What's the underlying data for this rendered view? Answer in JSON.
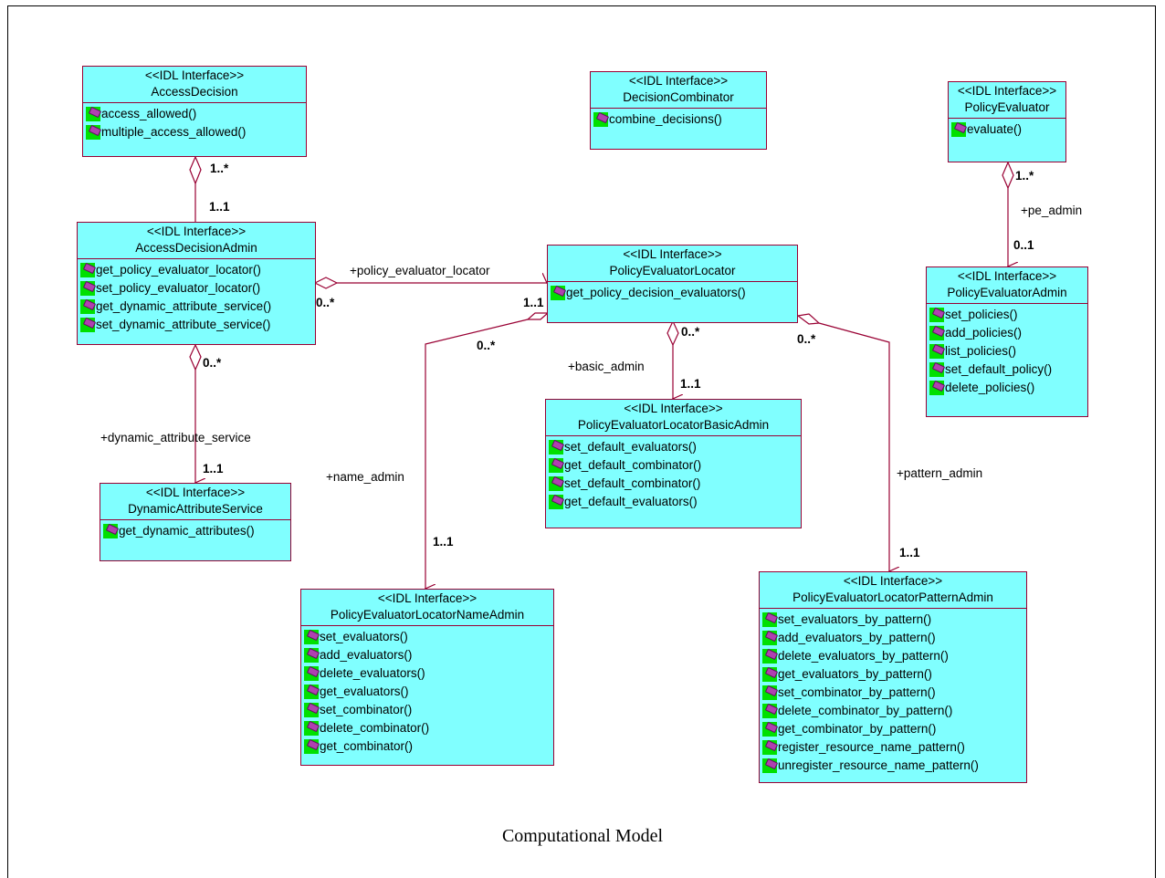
{
  "stereotype": "<<IDL Interface>>",
  "caption": "Computational Model",
  "colors": {
    "class_fill": "#80ffff",
    "class_border": "#990033",
    "line": "#990033",
    "op_icon_bg": "#00e000",
    "op_icon_fg": "#b040b0"
  },
  "classes": {
    "access_decision": {
      "name": "AccessDecision",
      "ops": [
        "access_allowed()",
        "multiple_access_allowed()"
      ]
    },
    "decision_combinator": {
      "name": "DecisionCombinator",
      "ops": [
        "combine_decisions()"
      ]
    },
    "policy_evaluator": {
      "name": "PolicyEvaluator",
      "ops": [
        "evaluate()"
      ]
    },
    "access_decision_admin": {
      "name": "AccessDecisionAdmin",
      "ops": [
        "get_policy_evaluator_locator()",
        "set_policy_evaluator_locator()",
        "get_dynamic_attribute_service()",
        "set_dynamic_attribute_service()"
      ]
    },
    "policy_evaluator_locator": {
      "name": "PolicyEvaluatorLocator",
      "ops": [
        "get_policy_decision_evaluators()"
      ]
    },
    "policy_evaluator_admin": {
      "name": "PolicyEvaluatorAdmin",
      "ops": [
        "set_policies()",
        "add_policies()",
        "list_policies()",
        "set_default_policy()",
        "delete_policies()"
      ]
    },
    "basic_admin": {
      "name": "PolicyEvaluatorLocatorBasicAdmin",
      "ops": [
        "set_default_evaluators()",
        "get_default_combinator()",
        "set_default_combinator()",
        "get_default_evaluators()"
      ]
    },
    "dynamic_attribute_service": {
      "name": "DynamicAttributeService",
      "ops": [
        "get_dynamic_attributes()"
      ]
    },
    "name_admin": {
      "name": "PolicyEvaluatorLocatorNameAdmin",
      "ops": [
        "set_evaluators()",
        "add_evaluators()",
        "delete_evaluators()",
        "get_evaluators()",
        "set_combinator()",
        "delete_combinator()",
        "get_combinator()"
      ]
    },
    "pattern_admin": {
      "name": "PolicyEvaluatorLocatorPatternAdmin",
      "ops": [
        "set_evaluators_by_pattern()",
        "add_evaluators_by_pattern()",
        "delete_evaluators_by_pattern()",
        "get_evaluators_by_pattern()",
        "set_combinator_by_pattern()",
        "delete_combinator_by_pattern()",
        "get_combinator_by_pattern()",
        "register_resource_name_pattern()",
        "unregister_resource_name_pattern()"
      ]
    }
  },
  "labels": {
    "ad_src_mult": "1..*",
    "ad_dst_mult": "1..1",
    "pel_role": "+policy_evaluator_locator",
    "pel_src_mult": "0..*",
    "pel_dst_mult": "1..1",
    "das_src_mult": "0..*",
    "das_role": "+dynamic_attribute_service",
    "das_dst_mult": "1..1",
    "pe_src_mult": "1..*",
    "pe_role": "+pe_admin",
    "pe_dst_mult": "0..1",
    "basic_src_mult": "0..*",
    "basic_role": "+basic_admin",
    "basic_dst_mult": "1..1",
    "name_src_mult": "0..*",
    "name_role": "+name_admin",
    "name_dst_mult": "1..1",
    "pattern_src_mult": "0..*",
    "pattern_role": "+pattern_admin",
    "pattern_dst_mult": "1..1"
  }
}
